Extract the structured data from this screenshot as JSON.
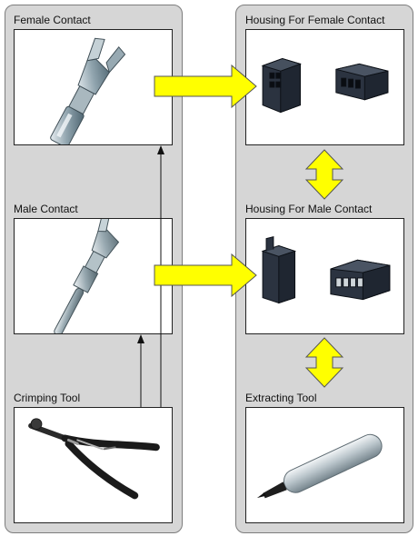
{
  "left_column": {
    "female_contact": {
      "label": "Female Contact"
    },
    "male_contact": {
      "label": "Male Contact"
    },
    "crimping_tool": {
      "label": "Crimping Tool"
    }
  },
  "right_column": {
    "housing_female": {
      "label": "Housing For Female Contact"
    },
    "housing_male": {
      "label": "Housing For Male Contact"
    },
    "extracting_tool": {
      "label": "Extracting Tool"
    }
  },
  "colors": {
    "panel": "#d6d6d6",
    "arrow_fill": "#ffff00",
    "arrow_stroke": "#555555",
    "connector": "#1f2631"
  }
}
